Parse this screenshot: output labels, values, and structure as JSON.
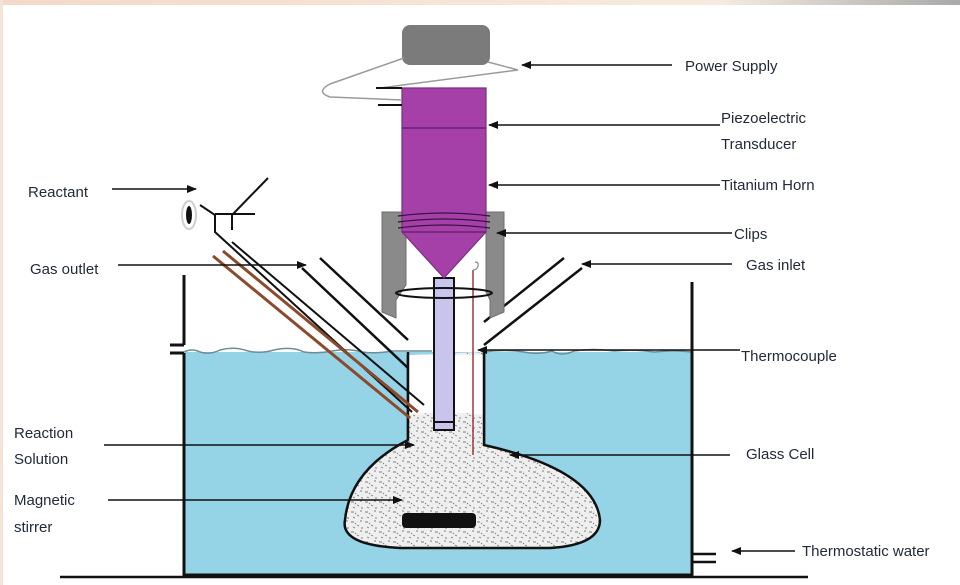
{
  "figure": {
    "title": "Sonochemical reactor setup",
    "labels": {
      "power_supply": "Power Supply",
      "piezo_line1": "Piezoelectric",
      "piezo_line2": "Transducer",
      "titanium_horn": "Titanium Horn",
      "clips": "Clips",
      "gas_inlet": "Gas inlet",
      "thermocouple": "Thermocouple",
      "glass_cell": "Glass Cell",
      "thermostatic_water": "Thermostatic water",
      "reactant": "Reactant",
      "gas_outlet": "Gas outlet",
      "reaction_line1": "Reaction",
      "reaction_line2": "Solution",
      "stirrer_line1": "Magnetic",
      "stirrer_line2": "stirrer"
    },
    "colors": {
      "water": "#95d3e6",
      "horn": "#a440a8",
      "power_supply": "#7b7b7b",
      "clips": "#8a8a8a",
      "probe": "#c9c4ec",
      "tube": "#8b4a2b",
      "solution": "#ededed"
    }
  }
}
